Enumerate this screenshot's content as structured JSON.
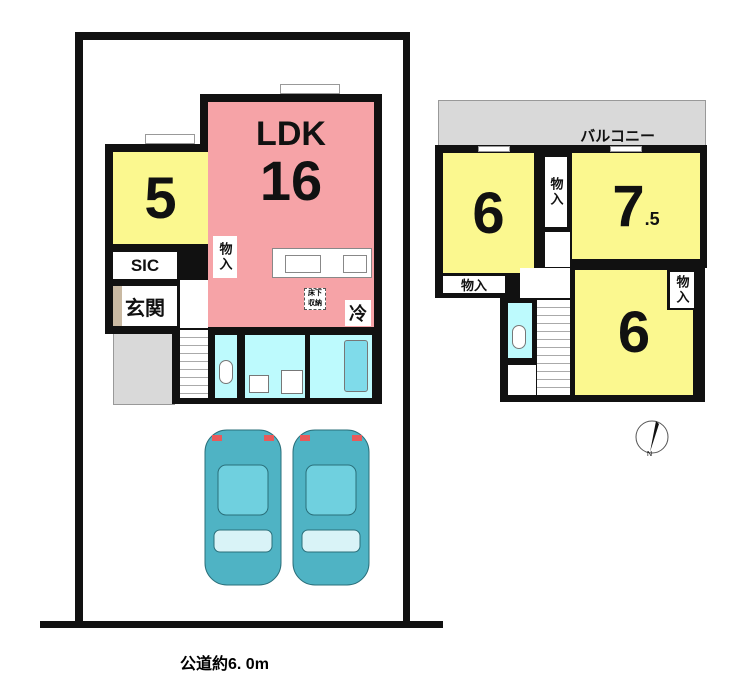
{
  "colors": {
    "bedroom": "#fbf88f",
    "ldk": "#f6a3a7",
    "wet": "#bdfafd",
    "balcony": "#d9d9d9",
    "car": "#4fb3c4",
    "wall": "#111111"
  },
  "floor1": {
    "ldk_label": "LDK",
    "ldk_size": "16",
    "room_size": "5",
    "storage": "物入",
    "sic": "SIC",
    "entrance": "玄関",
    "underfloor": "床下収納",
    "fridge": "冷"
  },
  "floor2": {
    "balcony": "バルコニー",
    "room_a_size": "6",
    "room_b_size": "7",
    "room_b_fraction": ".5",
    "room_c_size": "6",
    "storage": "物入"
  },
  "road": "公道約6. 0m",
  "compass": "N"
}
